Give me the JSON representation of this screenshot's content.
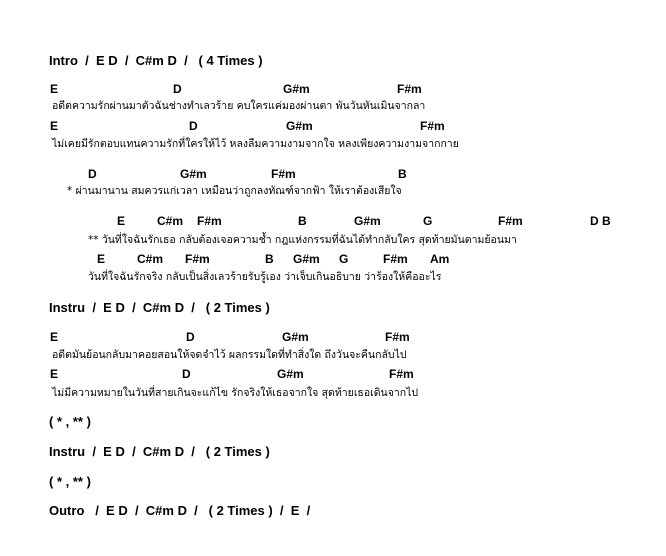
{
  "lines": [
    {
      "kind": "header",
      "text": "Intro  /  E D  /  C#m D  /   ( 4 Times )"
    },
    {
      "kind": "chords",
      "items": [
        [
          "E",
          50
        ],
        [
          "D",
          173
        ],
        [
          "G#m",
          283
        ],
        [
          "F#m",
          397
        ]
      ]
    },
    {
      "kind": "lyric",
      "text": "อดีตความรักผ่านมาตัวฉันช่างทำเลวร้าย คบใครแค่มองผ่านตา พันวันหันเมินจากลา"
    },
    {
      "kind": "chords",
      "items": [
        [
          "E",
          50
        ],
        [
          "D",
          189
        ],
        [
          "G#m",
          286
        ],
        [
          "F#m",
          420
        ]
      ]
    },
    {
      "kind": "lyric",
      "text": "ไม่เคยมีรักตอบแทนความรักที่ใครให้ไว้ หลงลืมความงามจากใจ หลงเพียงความงามจากกาย"
    },
    {
      "kind": "chords",
      "items": [
        [
          "D",
          88
        ],
        [
          "G#m",
          180
        ],
        [
          "F#m",
          271
        ],
        [
          "B",
          398
        ]
      ]
    },
    {
      "kind": "lyric",
      "text": "* ผ่านมานาน สมควรแก่เวลา เหมือนว่าถูกลงทัณฑ์จากฟ้า ให้เราต้องเสียใจ"
    },
    {
      "kind": "chords",
      "items": [
        [
          "E",
          117
        ],
        [
          "C#m",
          157
        ],
        [
          "F#m",
          197
        ],
        [
          "B",
          298
        ],
        [
          "G#m",
          354
        ],
        [
          "G",
          423
        ],
        [
          "F#m",
          498
        ],
        [
          "D B",
          590
        ]
      ]
    },
    {
      "kind": "lyric",
      "text": "** วันที่ใจฉันรักเธอ กลับต้องเจอความช้ำ กฎแห่งกรรมที่ฉันได้ทำกลับใคร สุดท้ายมันตามย้อนมา"
    },
    {
      "kind": "chords",
      "items": [
        [
          "E",
          97
        ],
        [
          "C#m",
          137
        ],
        [
          "F#m",
          185
        ],
        [
          "B",
          265
        ],
        [
          "G#m",
          293
        ],
        [
          "G",
          339
        ],
        [
          "F#m",
          383
        ],
        [
          "Am",
          430
        ]
      ]
    },
    {
      "kind": "lyric",
      "text": "วันที่ใจฉันรักจริง กลับเป็นสิ่งเลวร้ายรับรู้เอง ว่าเจ็บเกินอธิบาย ว่าร้องให้คืออะไร"
    },
    {
      "kind": "header",
      "text": "Instru  /  E D  /  C#m D  /   ( 2 Times )"
    },
    {
      "kind": "chords",
      "items": [
        [
          "E",
          50
        ],
        [
          "D",
          186
        ],
        [
          "G#m",
          282
        ],
        [
          "F#m",
          385
        ]
      ]
    },
    {
      "kind": "lyric",
      "text": "อดีตมันย้อนกลับมาคอยสอนให้จดจำไว้ ผลกรรมใดที่ทำสิ่งใด ถึงวันจะคืนกลับไป"
    },
    {
      "kind": "chords",
      "items": [
        [
          "E",
          50
        ],
        [
          "D",
          182
        ],
        [
          "G#m",
          277
        ],
        [
          "F#m",
          389
        ]
      ]
    },
    {
      "kind": "lyric",
      "text": "ไม่มีความหมายในวันที่สายเกินจะแก้ไข รักจริงให้เธอจากใจ สุดท้ายเธอเดินจากไป"
    },
    {
      "kind": "header",
      "text": "( * , ** )"
    },
    {
      "kind": "header",
      "text": "Instru  /  E D  /  C#m D  /   ( 2 Times )"
    },
    {
      "kind": "header",
      "text": "( * , ** )"
    },
    {
      "kind": "header",
      "text": "Outro   /  E D  /  C#m D  /   ( 2 Times )  /  E  /"
    }
  ]
}
